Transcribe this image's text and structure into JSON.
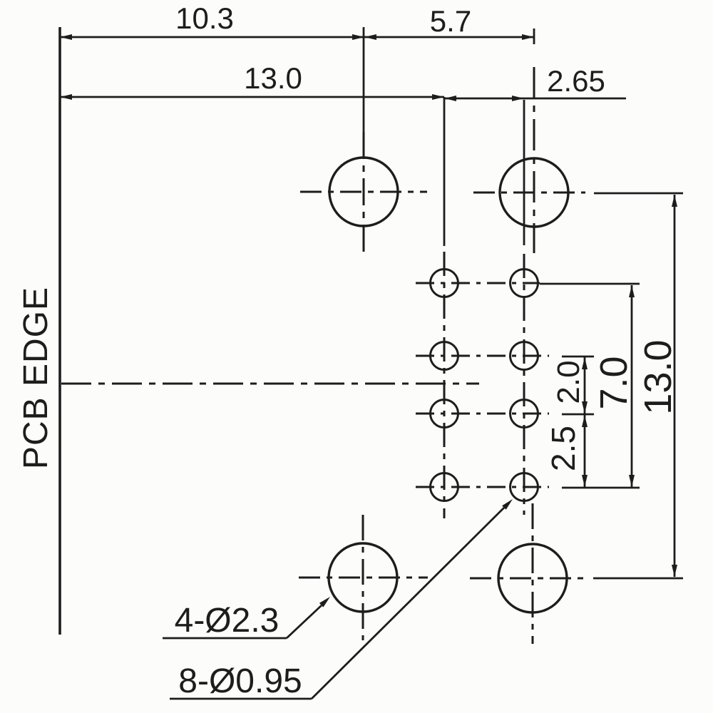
{
  "labels": {
    "pcb_edge": "PCB EDGE"
  },
  "dimensions": {
    "edge_to_mount_col": "10.3",
    "mount_col_spacing": "5.7",
    "edge_to_pin_col": "13.0",
    "pin_col_spacing": "2.65",
    "pin_row_inner_gap": "2.0",
    "pin_row_outer_gap": "2.5",
    "pin_rows_span": "7.0",
    "mount_rows_span": "13.0"
  },
  "callouts": {
    "mounting_holes": "4-Ø2.3",
    "pin_holes": "8-Ø0.95"
  },
  "style": {
    "ink_color": "#1d1d1d",
    "paper_color": "#fcfcfb"
  }
}
